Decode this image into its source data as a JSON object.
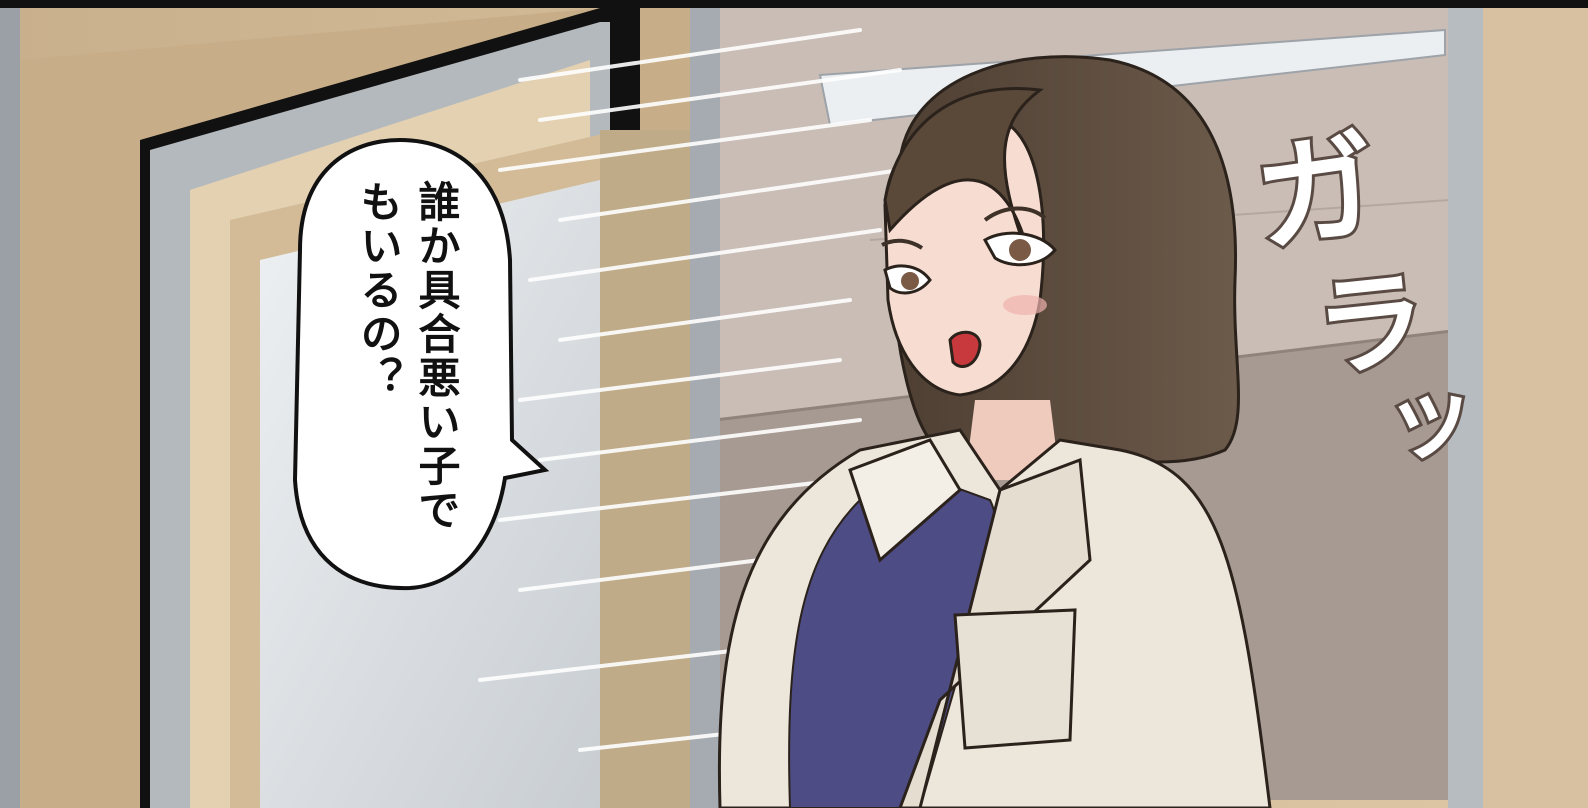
{
  "speech_bubble": {
    "text": "誰か具合悪い子でもいるの？"
  },
  "sound_effect": {
    "chars": [
      "ガ",
      "ラ",
      "ッ"
    ]
  },
  "colors": {
    "wall": "#d9c2a0",
    "door_frame": "#a9aeb3",
    "glass": "#dfe3e6",
    "hair": "#5e4d3d",
    "coat": "#ece6db",
    "shirt": "#4d4c84",
    "skin": "#f7ddd1"
  }
}
